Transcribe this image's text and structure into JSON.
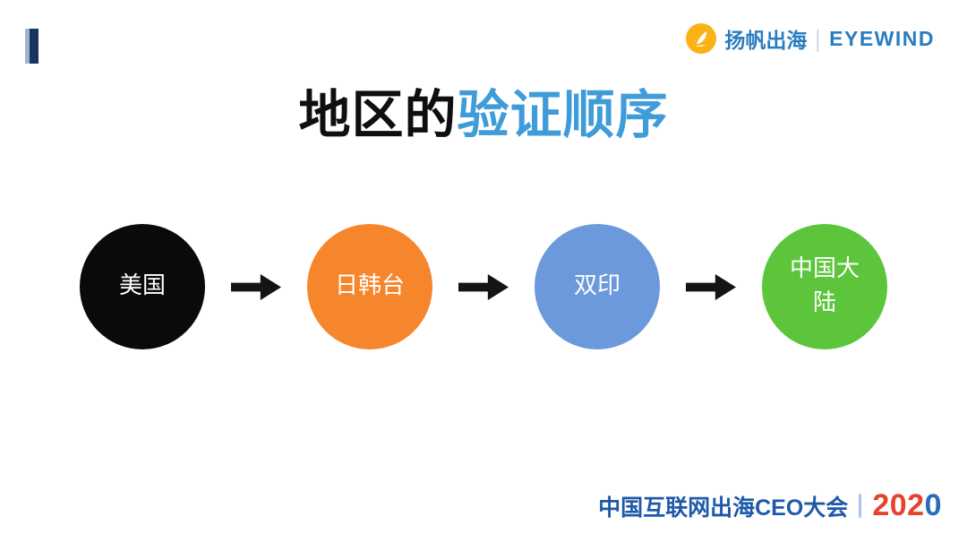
{
  "header": {
    "brand": "扬帆出海",
    "divider": "|",
    "partner": "EYEWIND",
    "brand_color": "#2A7DC0",
    "divider_color": "#A9C7E4",
    "icon_color": "#FBB217"
  },
  "title": {
    "full_text": "地区的验证顺序",
    "prefix": "地区的",
    "highlight": "验证顺序",
    "prefix_color": "#0F0F0F",
    "highlight_color": "#3F9CD9"
  },
  "flow": {
    "type": "sequence",
    "arrow_color": "#141414",
    "steps": [
      {
        "label": "美国",
        "color": "#0A0A0A",
        "text_color": "#FFFFFF"
      },
      {
        "label": "日韩台",
        "color": "#F6862B",
        "text_color": "#FFFFFF"
      },
      {
        "label": "双印",
        "color": "#6C99DB",
        "text_color": "#FFFFFF"
      },
      {
        "label": "中国大陆",
        "color": "#5CC53C",
        "text_color": "#FFFFFF"
      }
    ]
  },
  "footer": {
    "conference": "中国互联网出海CEO大会",
    "conference_color": "#1E5AA9",
    "year": "2020",
    "year_digits": [
      {
        "char": "2",
        "color": "#E6432D"
      },
      {
        "char": "0",
        "color": "#E6432D"
      },
      {
        "char": "2",
        "color": "#E6432D"
      },
      {
        "char": "0",
        "color": "#2B6CB8"
      }
    ]
  }
}
